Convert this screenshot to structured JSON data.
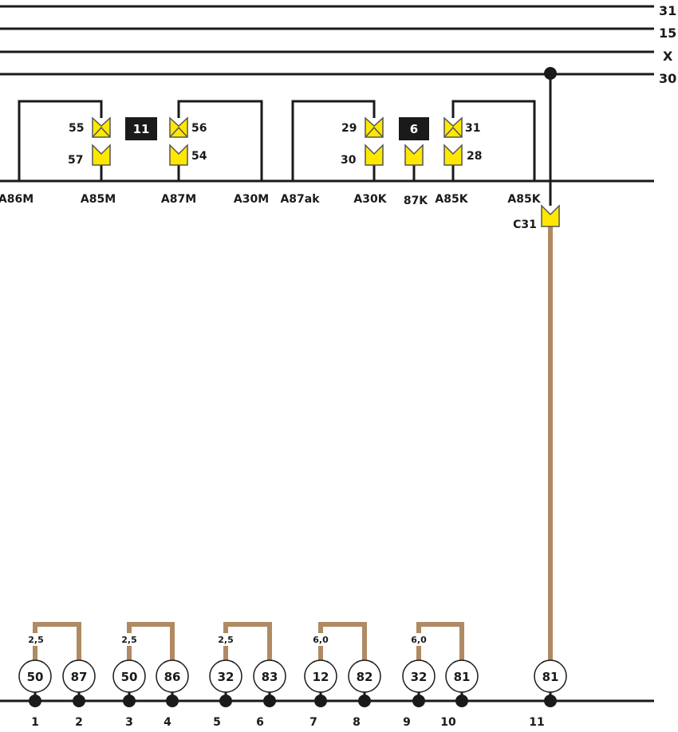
{
  "buses": [
    {
      "name": "31"
    },
    {
      "name": "15"
    },
    {
      "name": "X"
    },
    {
      "name": "30"
    }
  ],
  "relays": [
    {
      "label": "11",
      "pins": [
        "55",
        "57",
        "56",
        "54"
      ]
    },
    {
      "label": "6",
      "pins": [
        "29",
        "30",
        "31",
        "28"
      ]
    }
  ],
  "connector_labels": [
    "A86M",
    "A85M",
    "A87M",
    "A30M",
    "A87ak",
    "A30K",
    "87K",
    "A85K",
    "A85K"
  ],
  "c31": {
    "label": "C31"
  },
  "terminals": {
    "circles": [
      "50",
      "87",
      "50",
      "86",
      "32",
      "83",
      "12",
      "82",
      "32",
      "81",
      "81"
    ],
    "pins": [
      "1",
      "2",
      "3",
      "4",
      "5",
      "6",
      "7",
      "8",
      "9",
      "10",
      "11"
    ],
    "gauges": [
      "2,5",
      "2,5",
      "2,5",
      "6,0",
      "6,0"
    ]
  },
  "colors": {
    "line": "#1a1a1a",
    "connector_fill": "#ffe800",
    "connector_stroke": "#555555",
    "wire_tan": "#b08a63",
    "relay_box": "#1a1a1a"
  }
}
